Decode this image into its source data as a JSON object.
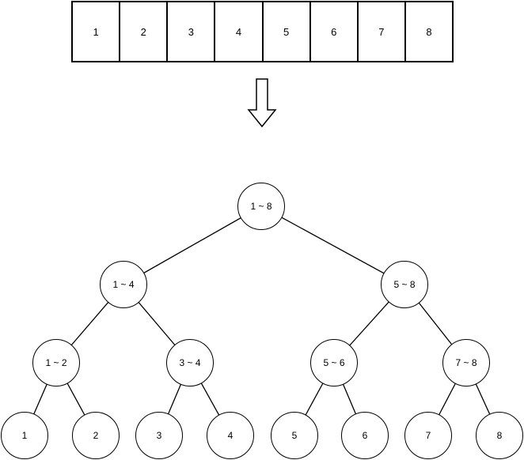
{
  "colors": {
    "stroke": "#000000",
    "fill": "#ffffff",
    "text": "#000000"
  },
  "array": {
    "cells": [
      "1",
      "2",
      "3",
      "4",
      "5",
      "6",
      "7",
      "8"
    ]
  },
  "arrow": {
    "icon": "down-arrow"
  },
  "tree": {
    "nodes": [
      {
        "id": "1-8",
        "label": "1 ~ 8"
      },
      {
        "id": "1-4",
        "label": "1 ~ 4"
      },
      {
        "id": "5-8",
        "label": "5 ~ 8"
      },
      {
        "id": "1-2",
        "label": "1 ~ 2"
      },
      {
        "id": "3-4",
        "label": "3 ~ 4"
      },
      {
        "id": "5-6",
        "label": "5 ~ 6"
      },
      {
        "id": "7-8",
        "label": "7 ~ 8"
      },
      {
        "id": "leaf-1",
        "label": "1"
      },
      {
        "id": "leaf-2",
        "label": "2"
      },
      {
        "id": "leaf-3",
        "label": "3"
      },
      {
        "id": "leaf-4",
        "label": "4"
      },
      {
        "id": "leaf-5",
        "label": "5"
      },
      {
        "id": "leaf-6",
        "label": "6"
      },
      {
        "id": "leaf-7",
        "label": "7"
      },
      {
        "id": "leaf-8",
        "label": "8"
      }
    ],
    "edges": [
      [
        "1-8",
        "1-4"
      ],
      [
        "1-8",
        "5-8"
      ],
      [
        "1-4",
        "1-2"
      ],
      [
        "1-4",
        "3-4"
      ],
      [
        "5-8",
        "5-6"
      ],
      [
        "5-8",
        "7-8"
      ],
      [
        "1-2",
        "leaf-1"
      ],
      [
        "1-2",
        "leaf-2"
      ],
      [
        "3-4",
        "leaf-3"
      ],
      [
        "3-4",
        "leaf-4"
      ],
      [
        "5-6",
        "leaf-5"
      ],
      [
        "5-6",
        "leaf-6"
      ],
      [
        "7-8",
        "leaf-7"
      ],
      [
        "7-8",
        "leaf-8"
      ]
    ]
  }
}
